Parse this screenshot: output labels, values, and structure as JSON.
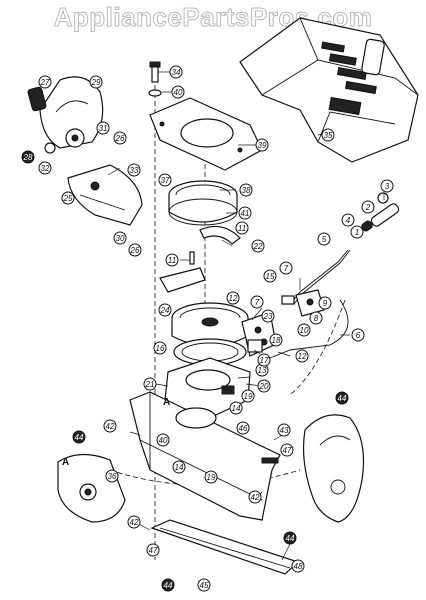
{
  "watermark": "AppliancePartsPros.com",
  "diagram": {
    "section_labels": [
      "A",
      "A"
    ],
    "callouts": [
      "1",
      "2",
      "3",
      "4",
      "5",
      "6",
      "7",
      "7",
      "8",
      "9",
      "10",
      "11",
      "11",
      "12",
      "12",
      "13",
      "14",
      "14",
      "15",
      "16",
      "17",
      "18",
      "19",
      "19",
      "20",
      "21",
      "22",
      "23",
      "24",
      "25",
      "26",
      "26",
      "27",
      "28",
      "29",
      "30",
      "31",
      "32",
      "33",
      "34",
      "35",
      "36",
      "37",
      "38",
      "39",
      "40",
      "40",
      "41",
      "42",
      "42",
      "42",
      "43",
      "44",
      "44",
      "44",
      "44",
      "45",
      "46",
      "47",
      "47",
      "48"
    ]
  }
}
